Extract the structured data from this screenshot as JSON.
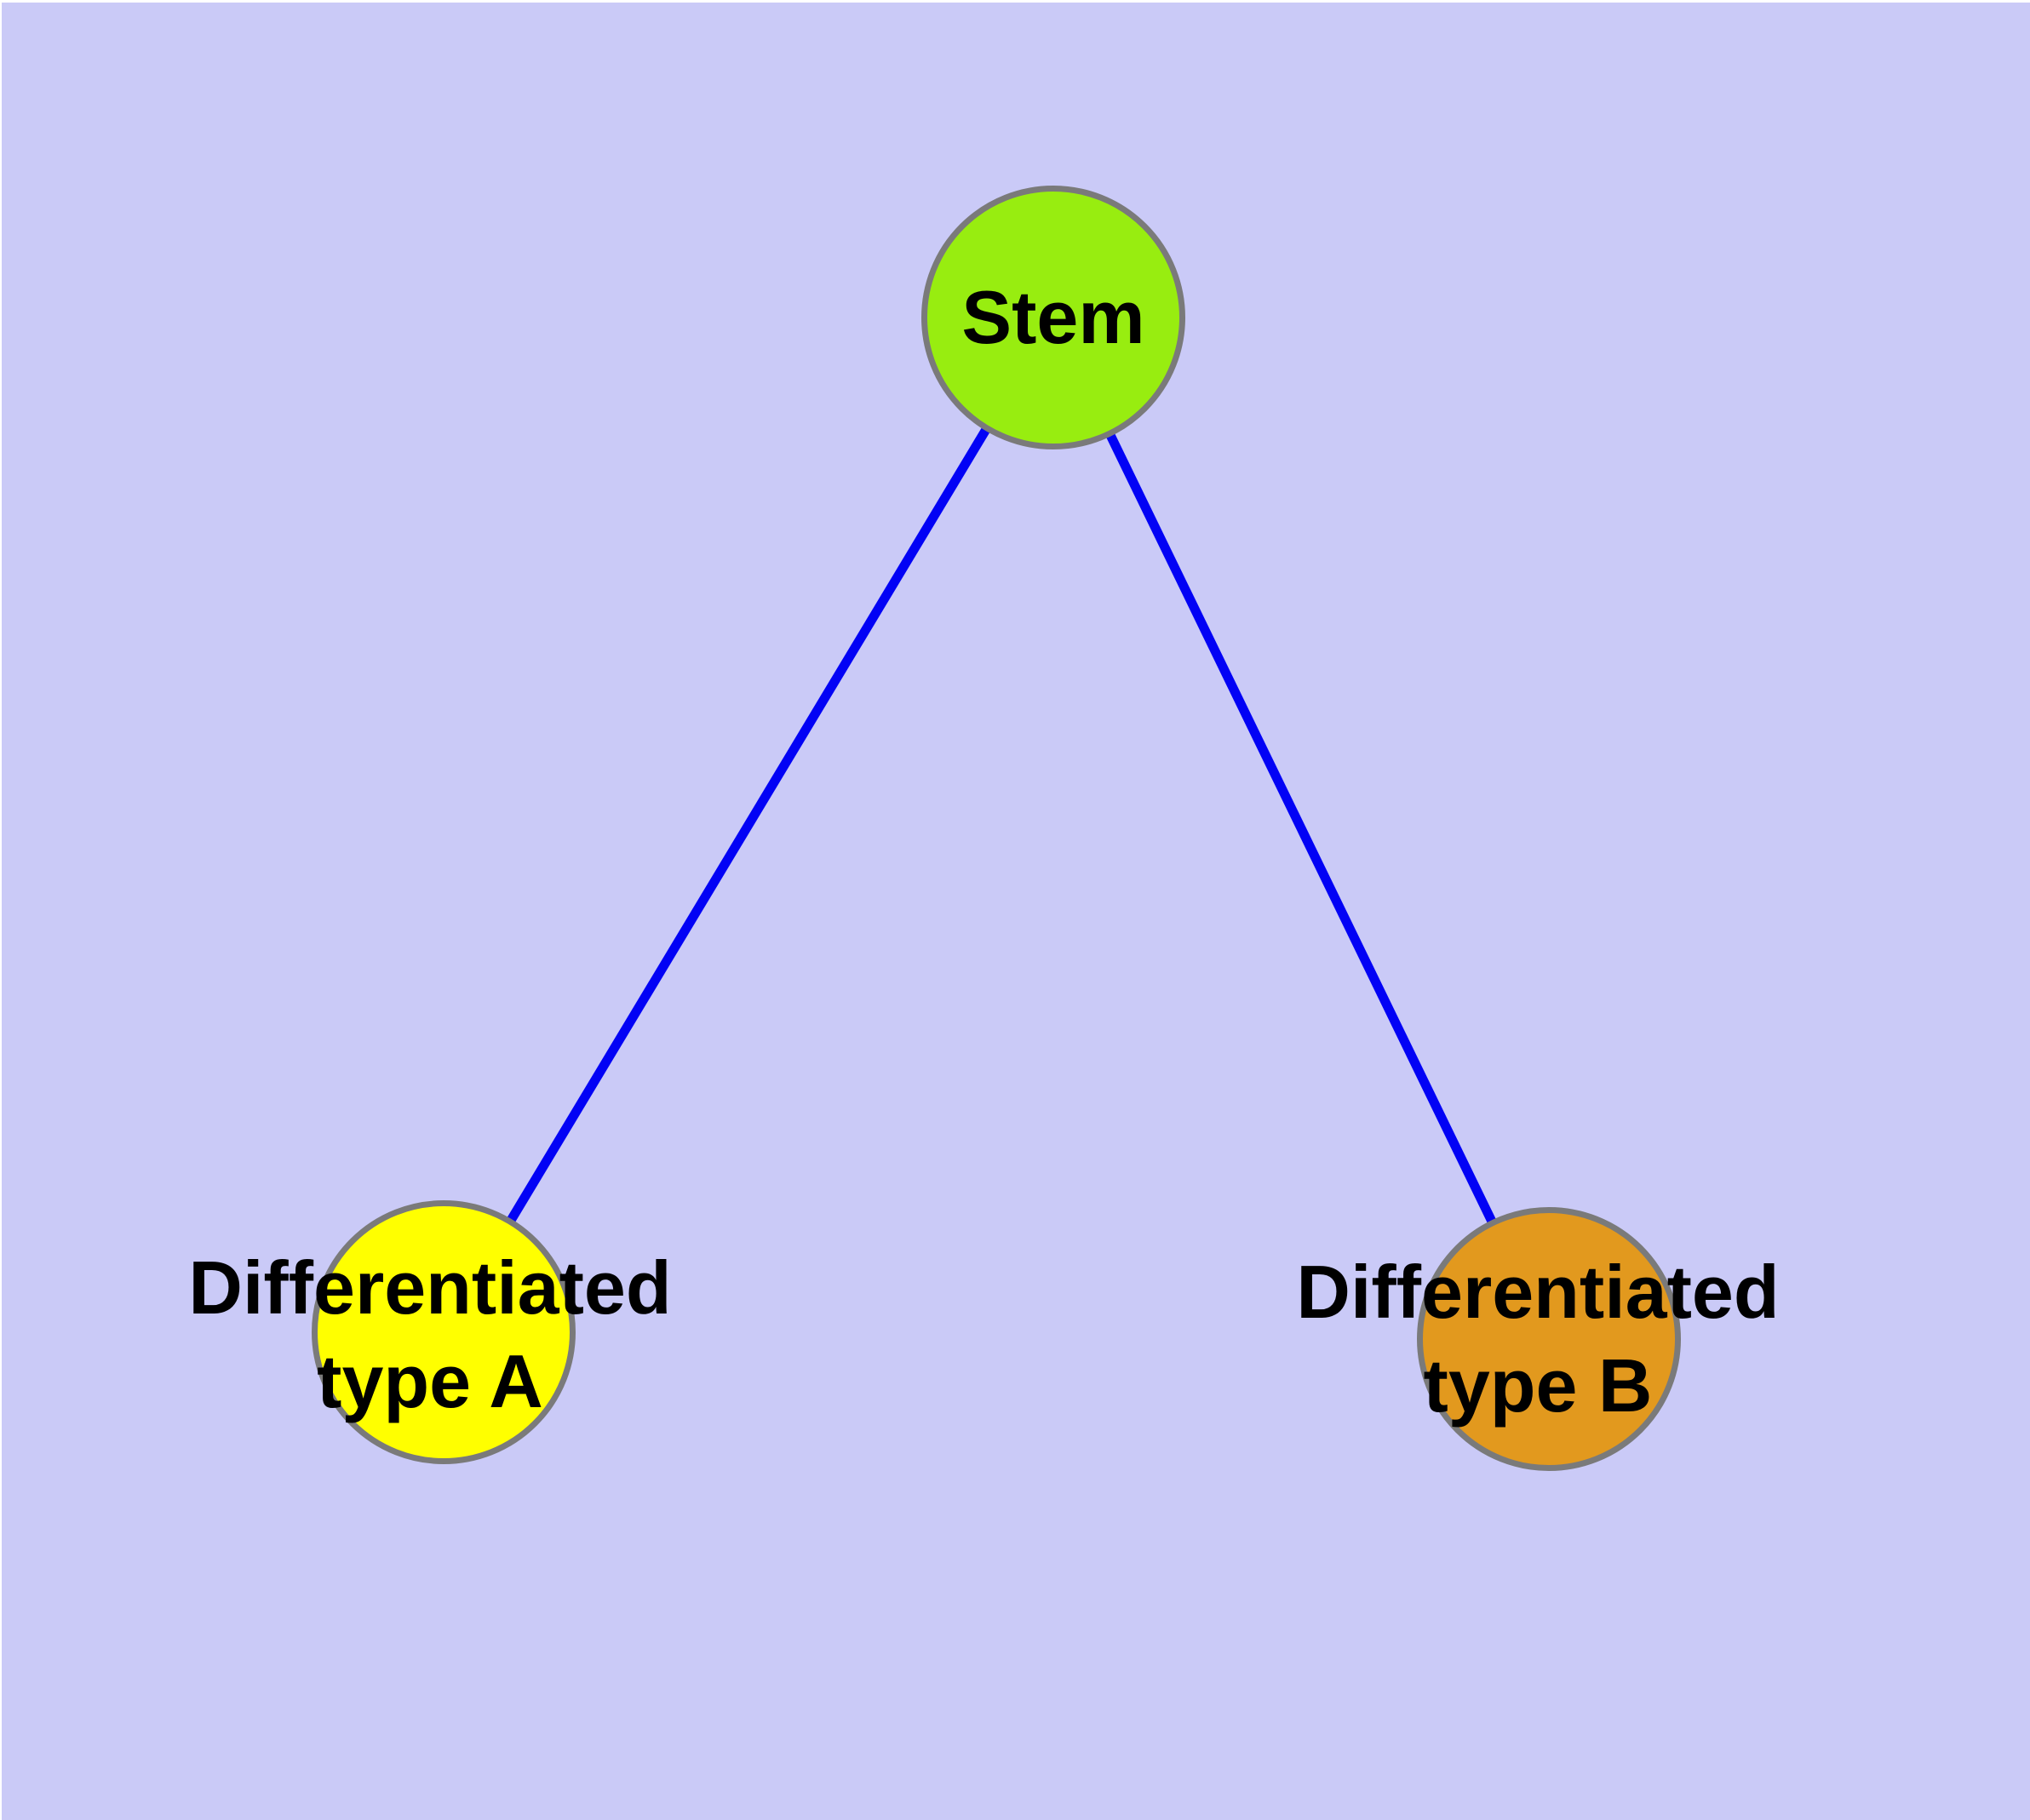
{
  "colors": {
    "page_margin": "#ffffff",
    "background": "#cacaf7",
    "node_border": "#7a7a7a",
    "edge_color": "#0202f5",
    "stem_fill": "#98ed10",
    "type_a_fill": "#ffff00",
    "type_b_fill": "#e2991e",
    "label_color": "#000000"
  },
  "diagram": {
    "type": "node-link-graph",
    "nodes": [
      {
        "id": "stem",
        "label": "Stem",
        "fill": "#98ed10",
        "shape": "circle"
      },
      {
        "id": "differentiated-type-a",
        "label_line1": "Differentiated",
        "label_line2": "type A",
        "fill": "#ffff00",
        "shape": "circle"
      },
      {
        "id": "differentiated-type-b",
        "label_line1": "Differentiated",
        "label_line2": "type B",
        "fill": "#e2991e",
        "shape": "circle"
      }
    ],
    "edges": [
      {
        "from": "stem",
        "to": "differentiated-type-a"
      },
      {
        "from": "stem",
        "to": "differentiated-type-b"
      }
    ]
  }
}
